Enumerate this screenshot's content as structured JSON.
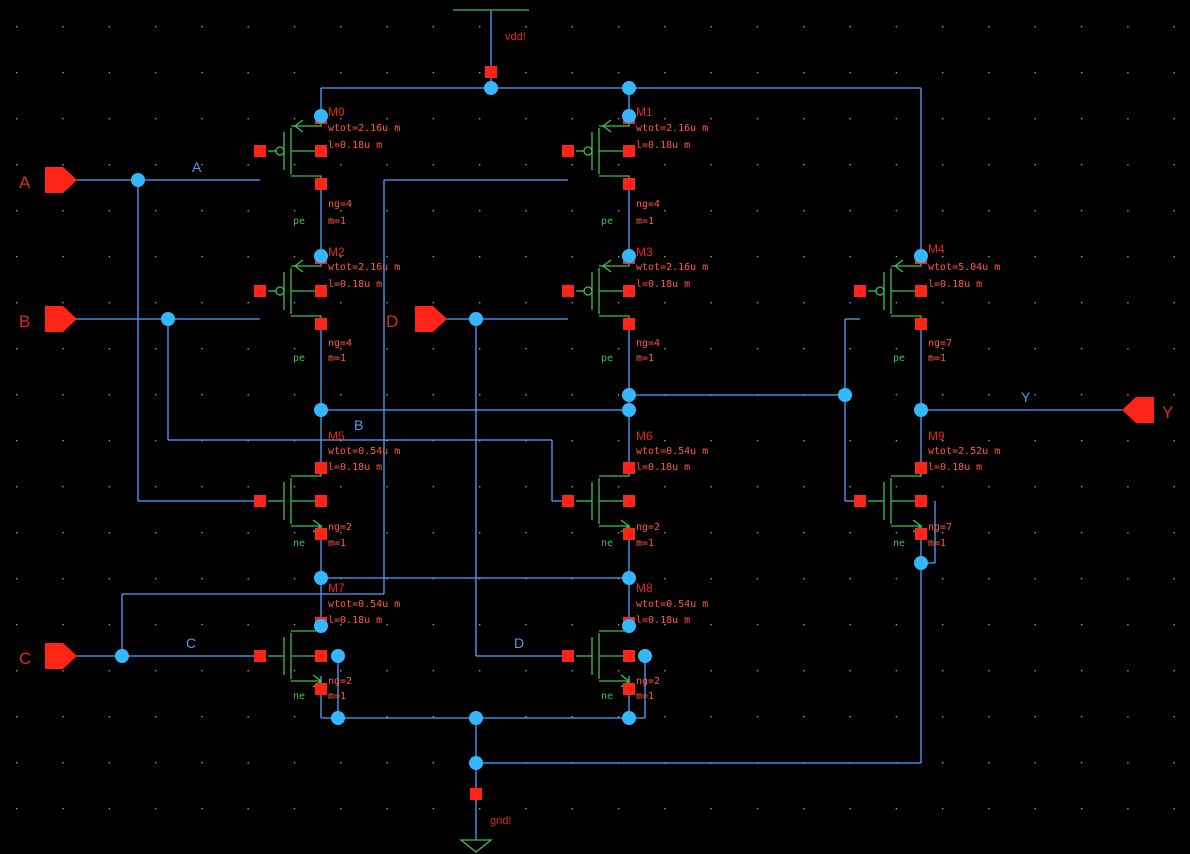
{
  "supply": {
    "vdd": "vdd!",
    "gnd": "gnd!"
  },
  "pins": {
    "A": "A",
    "B": "B",
    "C": "C",
    "D": "D",
    "Y": "Y"
  },
  "nets": {
    "A": "A",
    "B": "B",
    "C": "C",
    "D": "D",
    "Y": "Y"
  },
  "transistors": {
    "M0": {
      "name": "M0",
      "w": "wtot=2.16u m",
      "l": "l=0.18u m",
      "ng": "ng=4",
      "m": "m=1",
      "type": "pe"
    },
    "M1": {
      "name": "M1",
      "w": "wtot=2.16u m",
      "l": "l=0.18u m",
      "ng": "ng=4",
      "m": "m=1",
      "type": "pe"
    },
    "M2": {
      "name": "M2",
      "w": "wtot=2.16u m",
      "l": "l=0.18u m",
      "ng": "ng=4",
      "m": "m=1",
      "type": "pe"
    },
    "M3": {
      "name": "M3",
      "w": "wtot=2.16u m",
      "l": "l=0.18u m",
      "ng": "ng=4",
      "m": "m=1",
      "type": "pe"
    },
    "M4": {
      "name": "M4",
      "w": "wtot=5.04u m",
      "l": "l=0.18u m",
      "ng": "ng=7",
      "m": "m=1",
      "type": "pe"
    },
    "M5": {
      "name": "M5",
      "w": "wtot=0.54u m",
      "l": "l=0.18u m",
      "ng": "ng=2",
      "m": "m=1",
      "type": "ne"
    },
    "M6": {
      "name": "M6",
      "w": "wtot=0.54u m",
      "l": "l=0.18u m",
      "ng": "ng=2",
      "m": "m=1",
      "type": "ne"
    },
    "M7": {
      "name": "M7",
      "w": "wtot=0.54u m",
      "l": "l=0.18u m",
      "ng": "ng=2",
      "m": "m=1",
      "type": "ne"
    },
    "M8": {
      "name": "M8",
      "w": "wtot=0.54u m",
      "l": "l=0.18u m",
      "ng": "ng=2",
      "m": "m=1",
      "type": "ne"
    },
    "M9": {
      "name": "M9",
      "w": "wtot=2.52u m",
      "l": "l=0.18u m",
      "ng": "ng=7",
      "m": "m=1",
      "type": "ne"
    }
  },
  "colors": {
    "background": "#000000",
    "wire": "#4fa3ff",
    "device": "#3fbf4f",
    "pin": "#ff2418",
    "junction": "#33b8ff",
    "label": "#e0281c",
    "param": "#ff5a3a"
  }
}
